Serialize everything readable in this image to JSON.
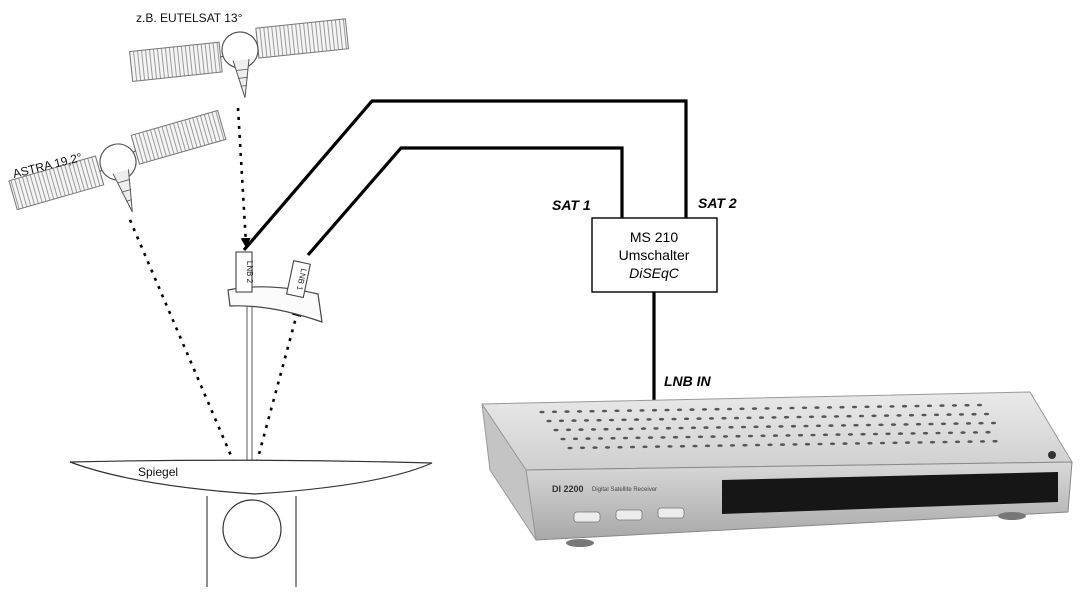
{
  "satellites": {
    "eutelsat": "z.B. EUTELSAT 13°",
    "astra": "ASTRA 19,2°"
  },
  "lnbs": {
    "lnb2": "LNB 2",
    "lnb1": "LNB 1"
  },
  "dish": {
    "mirror_label": "Spiegel"
  },
  "switch": {
    "model": "MS 210",
    "type": "Umschalter",
    "protocol": "DiSEqC",
    "input1": "SAT 1",
    "input2": "SAT 2",
    "output": "LNB IN"
  },
  "receiver": {
    "model": "DI 2200",
    "description": "Digital Satellite Receiver"
  }
}
